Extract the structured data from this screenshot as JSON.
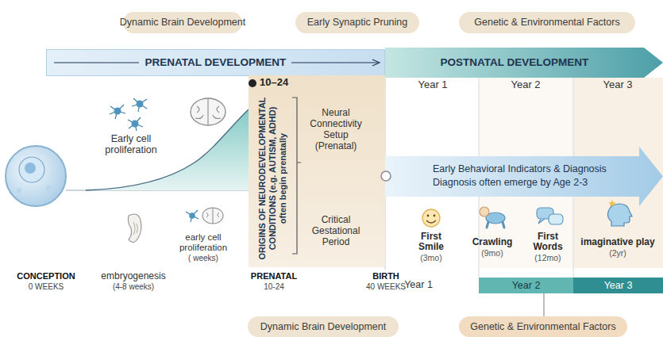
{
  "diagram": {
    "nodes": [
      {
        "text": [
          "Dynamic Brain Development"
        ]
      },
      {
        "text": [
          "Early Synaptic Pruning"
        ]
      },
      {
        "text": [
          "Genetic & Environmental Factors"
        ]
      },
      {
        "text": [
          "PRENATAL DEVELOPMENT"
        ]
      },
      {
        "text": [
          "POSTNATAL DEVELOPMENT"
        ]
      },
      {
        "text": [
          "10–24",
          "ORIGINS OF NEURODEVELOPMENTAL CONDITIONS (e.g. AUTISM, ADHD) often begin prenatally",
          "Neural Connectivity Setup (Prenatal)",
          "Critical Gestational Period"
        ]
      },
      {
        "text": [
          "Early Behavioral Indicators & Diagnosis",
          "Diagnosis often emerge by Age 2-3"
        ]
      },
      {
        "text": [
          "Year 2"
        ]
      },
      {
        "text": [
          "Year 3"
        ]
      },
      {
        "text": [
          "Dynamic Brain Development"
        ]
      },
      {
        "text": [
          "Genetic & Environmental Factors"
        ]
      }
    ],
    "edges": [
      {
        "from": 10,
        "to": 7,
        "arrow": "none"
      }
    ],
    "labels": [
      "Year 1",
      "Year 2",
      "Year 3",
      "Early cell proliferation",
      "First Smile",
      "(3mo)",
      "Crawling",
      "(9mo)",
      "First Words",
      "(12mo)",
      "imaginative play",
      "(2yr)",
      "CONCEPTION",
      "0 WEEKS",
      "embryogenesis",
      "(4-8 weeks)",
      "early cell proliferation",
      "( weeks)",
      "PRENATAL",
      "10-24",
      "BIRTH",
      "40 WEEKS",
      "Year 1"
    ]
  }
}
